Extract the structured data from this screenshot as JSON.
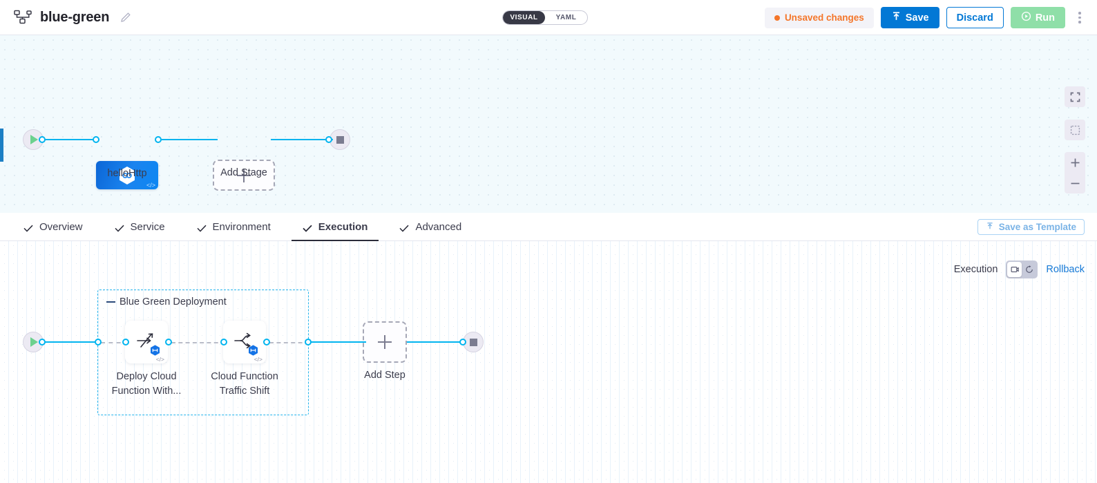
{
  "header": {
    "pipeline_icon": "pipeline-nodes-icon",
    "title": "blue-green",
    "edit_icon": "pencil-icon",
    "mode_toggle": {
      "options": [
        {
          "label": "VISUAL",
          "active": true
        },
        {
          "label": "YAML",
          "active": false
        }
      ]
    },
    "unsaved_label": "Unsaved changes",
    "unsaved_color": "#f4762a",
    "save_label": "Save",
    "save_icon": "upload-arrow-icon",
    "discard_label": "Discard",
    "run_label": "Run",
    "run_icon": "play-circle-icon",
    "more_icon": "kebab-menu-icon",
    "accent_blue": "#0278d5",
    "run_green": "#8fdfa8"
  },
  "top_canvas": {
    "start_node": {
      "icon": "play-icon",
      "name": "pipeline-start"
    },
    "end_node": {
      "icon": "stop-icon",
      "name": "pipeline-end"
    },
    "stage_node": {
      "label": "helloHttp",
      "icon": "hexagon-link-icon",
      "code_badge": "</>"
    },
    "add_stage": {
      "label": "Add Stage",
      "icon": "plus-icon"
    },
    "controls": [
      {
        "name": "fullscreen-button",
        "icon": "fullscreen-icon"
      },
      {
        "name": "fit-to-screen-button",
        "icon": "fit-screen-icon"
      },
      {
        "name": "zoom-in-button",
        "icon": "plus-icon"
      },
      {
        "name": "zoom-out-button",
        "icon": "minus-icon"
      }
    ]
  },
  "tabs": {
    "items": [
      {
        "label": "Overview",
        "active": false,
        "checked": true
      },
      {
        "label": "Service",
        "active": false,
        "checked": true
      },
      {
        "label": "Environment",
        "active": false,
        "checked": true
      },
      {
        "label": "Execution",
        "active": true,
        "checked": true
      },
      {
        "label": "Advanced",
        "active": false,
        "checked": true
      }
    ],
    "save_template_label": "Save as Template",
    "save_template_icon": "upload-arrow-icon"
  },
  "bottom_canvas": {
    "execution_label": "Execution",
    "toggle": [
      {
        "name": "execution-view-toggle",
        "icon": "execution-icon",
        "active": true
      },
      {
        "name": "rollback-view-toggle",
        "icon": "rollback-icon",
        "active": false
      }
    ],
    "rollback_label": "Rollback",
    "stage_group": {
      "title": "Blue Green Deployment",
      "border_color": "#22b3ec"
    },
    "steps": [
      {
        "label": "Deploy Cloud\nFunction With...",
        "line1": "Deploy Cloud",
        "line2": "Function With...",
        "icon": "deploy-arrow-icon",
        "badge": "hexagon-badge",
        "code_badge": "</>"
      },
      {
        "label": "Cloud Function\nTraffic Shift",
        "line1": "Cloud Function",
        "line2": "Traffic Shift",
        "icon": "traffic-split-icon",
        "badge": "hexagon-badge",
        "code_badge": "</>"
      }
    ],
    "add_step": {
      "label": "Add Step",
      "icon": "plus-icon"
    },
    "start_node": {
      "icon": "play-icon"
    },
    "end_node": {
      "icon": "stop-icon"
    }
  }
}
